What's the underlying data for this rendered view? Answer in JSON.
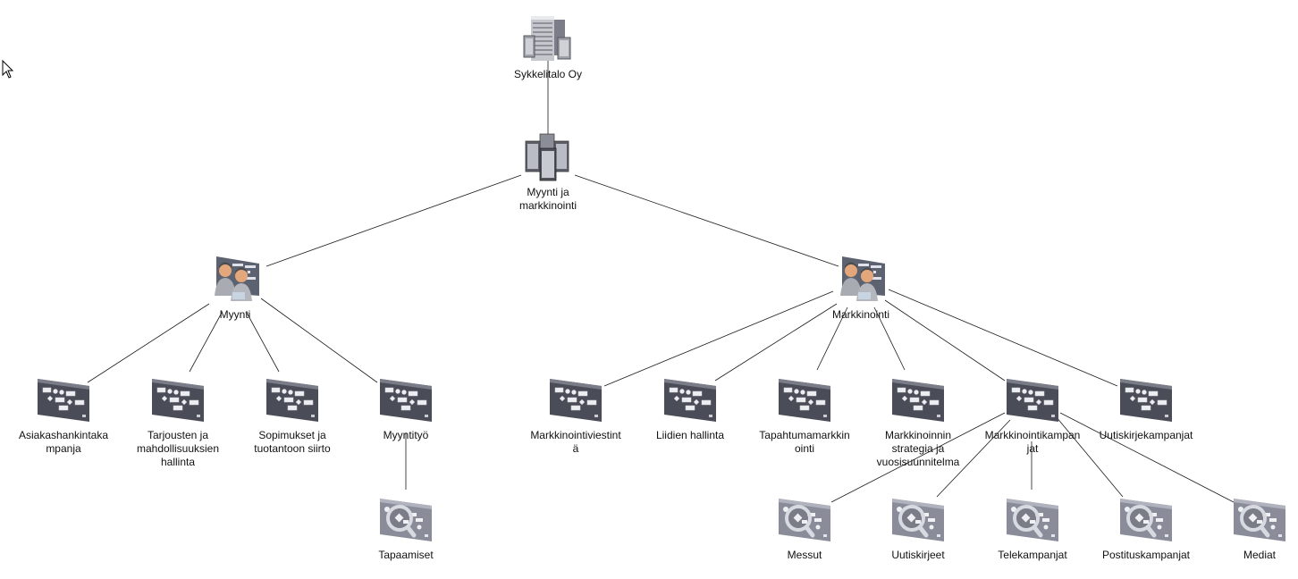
{
  "diagram": {
    "title": "Sykkelitalo Oy organization / process map",
    "nodes": [
      {
        "id": "root",
        "label": "Sykkelitalo Oy",
        "icon": "office-building-icon",
        "type": "organization"
      },
      {
        "id": "mm",
        "label": "Myynti ja markkinointi",
        "icon": "server-cluster-icon",
        "type": "department",
        "parent": "root"
      },
      {
        "id": "myynti",
        "label": "Myynti",
        "icon": "team-workers-icon",
        "type": "unit",
        "parent": "mm"
      },
      {
        "id": "markkinointi",
        "label": "Markkinointi",
        "icon": "team-workers-icon",
        "type": "unit",
        "parent": "mm"
      },
      {
        "id": "p1",
        "label": "Asiakashankintakampanja",
        "icon": "process-map-icon",
        "type": "process",
        "parent": "myynti"
      },
      {
        "id": "p2",
        "label": "Tarjousten ja mahdollisuuksien hallinta",
        "icon": "process-map-icon",
        "type": "process",
        "parent": "myynti"
      },
      {
        "id": "p3",
        "label": "Sopimukset ja tuotantoon siirto",
        "icon": "process-map-icon",
        "type": "process",
        "parent": "myynti"
      },
      {
        "id": "p4",
        "label": "Myyntityö",
        "icon": "process-map-icon",
        "type": "process",
        "parent": "myynti"
      },
      {
        "id": "s1",
        "label": "Tapaamiset",
        "icon": "subprocess-magnifier-icon",
        "type": "subprocess",
        "parent": "p4"
      },
      {
        "id": "p5",
        "label": "Markkinointiviestintä",
        "icon": "process-map-icon",
        "type": "process",
        "parent": "markkinointi"
      },
      {
        "id": "p6",
        "label": "Liidien hallinta",
        "icon": "process-map-icon",
        "type": "process",
        "parent": "markkinointi"
      },
      {
        "id": "p7",
        "label": "Tapahtumamarkkinointi",
        "icon": "process-map-icon",
        "type": "process",
        "parent": "markkinointi"
      },
      {
        "id": "p8",
        "label": "Markkinoinnin strategia ja vuosisuunnitelma",
        "icon": "process-map-icon",
        "type": "process",
        "parent": "markkinointi"
      },
      {
        "id": "p9",
        "label": "Markkinointikampanjat",
        "icon": "process-map-icon",
        "type": "process",
        "parent": "markkinointi"
      },
      {
        "id": "p10",
        "label": "Uutiskirjekampanjat",
        "icon": "process-map-icon",
        "type": "process",
        "parent": "markkinointi"
      },
      {
        "id": "s2",
        "label": "Messut",
        "icon": "subprocess-magnifier-icon",
        "type": "subprocess",
        "parent": "p9"
      },
      {
        "id": "s3",
        "label": "Uutiskirjeet",
        "icon": "subprocess-magnifier-icon",
        "type": "subprocess",
        "parent": "p9"
      },
      {
        "id": "s4",
        "label": "Telekampanjat",
        "icon": "subprocess-magnifier-icon",
        "type": "subprocess",
        "parent": "p9"
      },
      {
        "id": "s5",
        "label": "Postituskampanjat",
        "icon": "subprocess-magnifier-icon",
        "type": "subprocess",
        "parent": "p9"
      },
      {
        "id": "s6",
        "label": "Mediat",
        "icon": "subprocess-magnifier-icon",
        "type": "subprocess",
        "parent": "p9"
      }
    ]
  },
  "colors": {
    "edge": "#1a1a1a",
    "process_card": "#4a4d58",
    "subprocess_card": "#8a8d99",
    "label": "#111111"
  },
  "cursor": {
    "icon": "mouse-pointer-icon"
  }
}
